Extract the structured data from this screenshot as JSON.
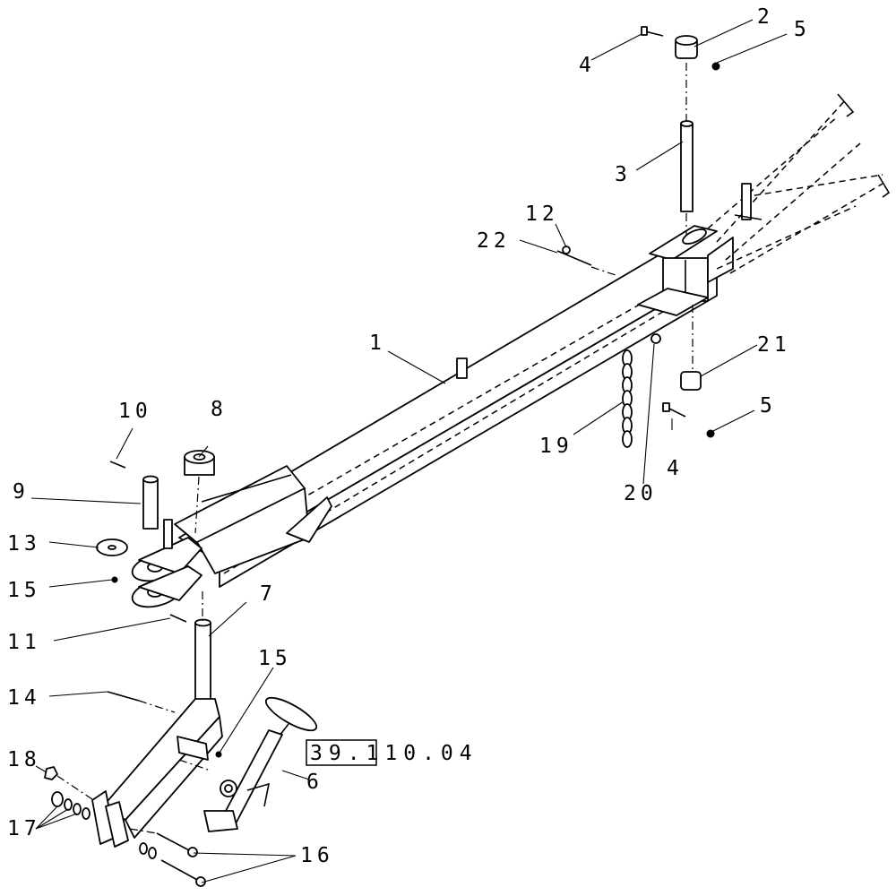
{
  "callouts": {
    "c1": "1",
    "c2": "2",
    "c3": "3",
    "c4_top": "4",
    "c4_bottom": "4",
    "c5_top": "5",
    "c5_bottom": "5",
    "c6": "6",
    "c7": "7",
    "c8": "8",
    "c9": "9",
    "c10": "10",
    "c11": "11",
    "c12": "12",
    "c13": "13",
    "c14": "14",
    "c15_left": "15",
    "c15_right": "15",
    "c16": "16",
    "c17": "17",
    "c18": "18",
    "c19": "19",
    "c20": "20",
    "c21": "21",
    "c22": "22"
  },
  "reference": "39.110.04"
}
